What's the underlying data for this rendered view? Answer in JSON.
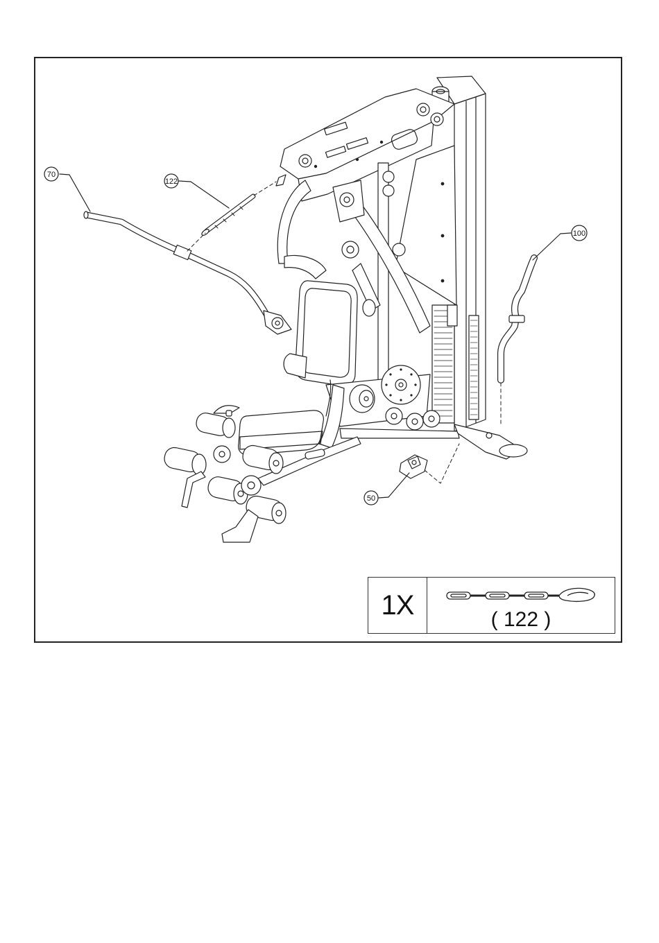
{
  "diagram": {
    "callouts": [
      {
        "id": "70",
        "label": "70"
      },
      {
        "id": "122",
        "label": "122"
      },
      {
        "id": "100",
        "label": "100"
      },
      {
        "id": "50",
        "label": "50"
      }
    ]
  },
  "parts_table": {
    "quantity": "1X",
    "part_number": "( 122 )",
    "part_icon": "chain-icon"
  }
}
